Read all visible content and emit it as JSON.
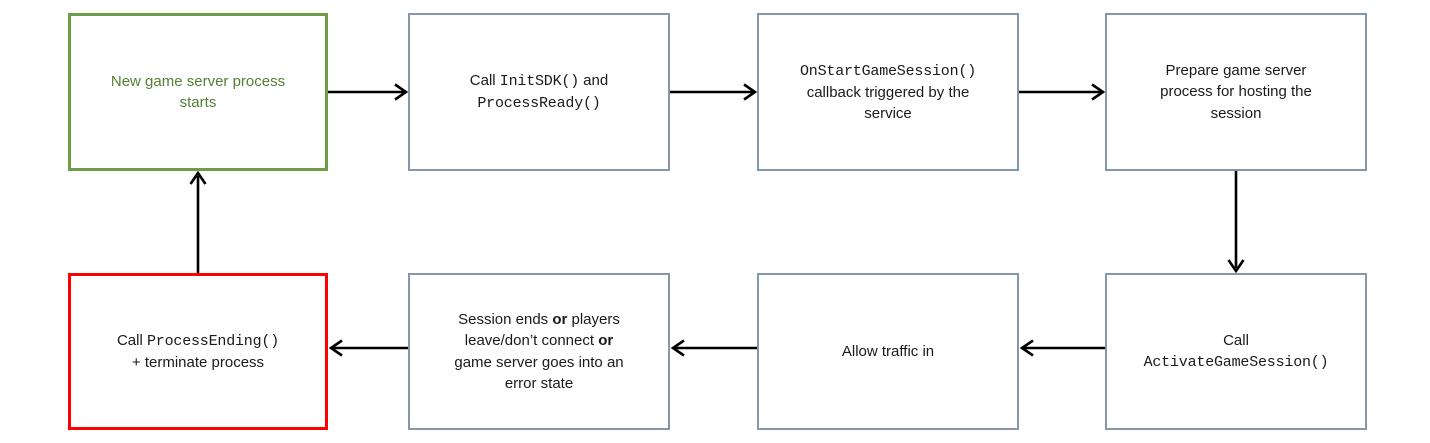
{
  "colors": {
    "bg": "#ffffff",
    "border_gray": "#8797a9",
    "border_green": "#6f9c49",
    "border_red": "#ff0000",
    "text_green": "#538135",
    "text": "#1a1a1a",
    "arrow": "#000000"
  },
  "diagram": {
    "type": "flowchart",
    "nodes": [
      {
        "id": "new-game-server-process-starts",
        "kind": "green",
        "segments": [
          {
            "text": "New game server process"
          },
          {
            "break": true
          },
          {
            "text": "starts"
          }
        ]
      },
      {
        "id": "call-initsdk-and-processready",
        "kind": "gray",
        "segments": [
          {
            "text": "Call "
          },
          {
            "text": "InitSDK()",
            "style": "mono"
          },
          {
            "text": " and"
          },
          {
            "break": true
          },
          {
            "text": "ProcessReady()",
            "style": "mono"
          }
        ]
      },
      {
        "id": "onstartgamesession-callback",
        "kind": "gray",
        "segments": [
          {
            "text": "OnStartGameSession()",
            "style": "mono"
          },
          {
            "break": true
          },
          {
            "text": "callback triggered by the"
          },
          {
            "break": true
          },
          {
            "text": "service"
          }
        ]
      },
      {
        "id": "prepare-game-server-process",
        "kind": "gray",
        "segments": [
          {
            "text": "Prepare game server"
          },
          {
            "break": true
          },
          {
            "text": "process for hosting the"
          },
          {
            "break": true
          },
          {
            "text": "session"
          }
        ]
      },
      {
        "id": "call-processending-terminate",
        "kind": "red",
        "segments": [
          {
            "text": "Call "
          },
          {
            "text": "ProcessEnding()",
            "style": "mono"
          },
          {
            "break": true
          },
          {
            "text": "+ terminate process"
          }
        ]
      },
      {
        "id": "session-ends-or-error",
        "kind": "gray",
        "segments": [
          {
            "text": "Session ends "
          },
          {
            "text": "or",
            "style": "sans-bold"
          },
          {
            "text": " players"
          },
          {
            "break": true
          },
          {
            "text": "leave/don’t connect  "
          },
          {
            "text": "or",
            "style": "sans-bold"
          },
          {
            "break": true
          },
          {
            "text": "game server goes into an"
          },
          {
            "break": true
          },
          {
            "text": "error state"
          }
        ]
      },
      {
        "id": "allow-traffic-in",
        "kind": "gray",
        "segments": [
          {
            "text": "Allow traffic in"
          }
        ]
      },
      {
        "id": "call-activategamesession",
        "kind": "gray",
        "segments": [
          {
            "text": "Call"
          },
          {
            "break": true
          },
          {
            "text": "ActivateGameSession()",
            "style": "mono"
          }
        ]
      }
    ],
    "edges": [
      {
        "from": "new-game-server-process-starts",
        "to": "call-initsdk-and-processready",
        "direction": "right"
      },
      {
        "from": "call-initsdk-and-processready",
        "to": "onstartgamesession-callback",
        "direction": "right"
      },
      {
        "from": "onstartgamesession-callback",
        "to": "prepare-game-server-process",
        "direction": "right"
      },
      {
        "from": "prepare-game-server-process",
        "to": "call-activategamesession",
        "direction": "down"
      },
      {
        "from": "call-activategamesession",
        "to": "allow-traffic-in",
        "direction": "left"
      },
      {
        "from": "allow-traffic-in",
        "to": "session-ends-or-error",
        "direction": "left"
      },
      {
        "from": "session-ends-or-error",
        "to": "call-processending-terminate",
        "direction": "left"
      },
      {
        "from": "call-processending-terminate",
        "to": "new-game-server-process-starts",
        "direction": "up"
      }
    ]
  }
}
